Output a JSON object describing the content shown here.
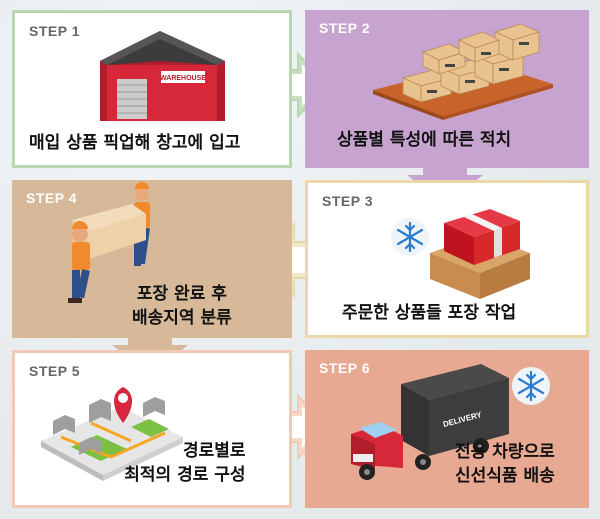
{
  "steps": [
    {
      "label": "STEP 1",
      "caption": "매입 상품 픽업해 창고에 입고"
    },
    {
      "label": "STEP 2",
      "caption": "상품별 특성에 따른  적치"
    },
    {
      "label": "STEP 3",
      "caption": "주문한 상품들 포장 작업"
    },
    {
      "label": "STEP 4",
      "caption_line1": "포장 완료 후",
      "caption_line2": "배송지역 분류"
    },
    {
      "label": "STEP 5",
      "caption_line1": "경로별로",
      "caption_line2": "최적의 경로 구성"
    },
    {
      "label": "STEP 6",
      "caption_line1": "전용 차량으로",
      "caption_line2": "신선식품 배송"
    }
  ],
  "icons": {
    "warehouse": "warehouse-icon",
    "boxes": "stacked-boxes-icon",
    "package": "red-package-icon",
    "snowflake": "snowflake-icon",
    "workers": "workers-carrying-box-icon",
    "map": "map-pin-icon",
    "truck": "delivery-truck-icon"
  },
  "signage": {
    "warehouse_sign": "WAREHOUSE",
    "truck_text": "DELIVERY"
  },
  "colors": {
    "green_border": "#b9d8b2",
    "purple": "#c7a3cf",
    "tan": "#d7b99a",
    "yellow_border": "#ead9a6",
    "peach_border": "#f1c9b4",
    "salmon": "#e8a993"
  }
}
